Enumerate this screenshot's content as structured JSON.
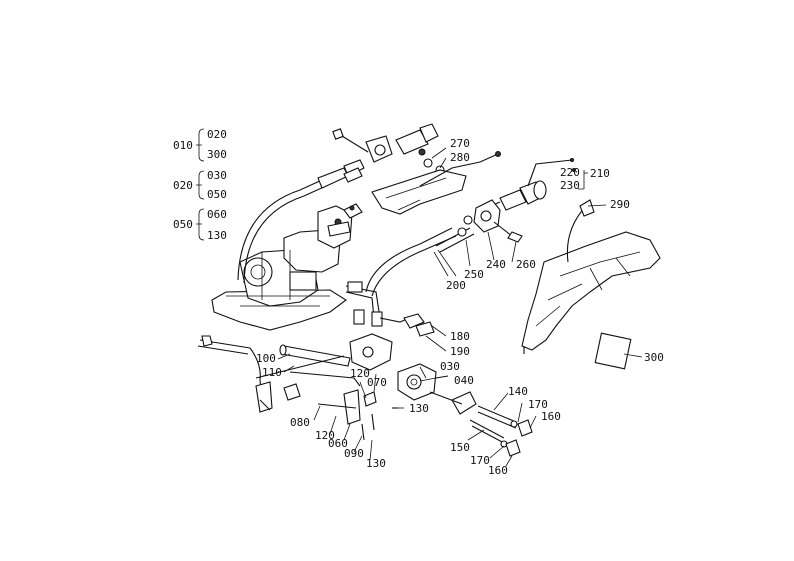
{
  "legend": {
    "g1": {
      "root": "010",
      "a": "020",
      "b": "300"
    },
    "g2": {
      "root": "020",
      "a": "030",
      "b": "050"
    },
    "g3": {
      "root": "050",
      "a": "060",
      "b": "130"
    }
  },
  "callouts": {
    "c270": "270",
    "c280": "280",
    "c220": "220",
    "c230": "230",
    "c210": "210",
    "c290": "290",
    "c240": "240",
    "c260": "260",
    "c250": "250",
    "c200": "200",
    "c180": "180",
    "c190": "190",
    "c100": "100",
    "c110": "110",
    "c030": "030",
    "c040": "040",
    "c070": "070",
    "c120a": "120",
    "c130a": "130",
    "c140": "140",
    "c170a": "170",
    "c160a": "160",
    "c080": "080",
    "c120b": "120",
    "c060": "060",
    "c090": "090",
    "c130b": "130",
    "c150": "150",
    "c170b": "170",
    "c160b": "160",
    "c300": "300"
  }
}
